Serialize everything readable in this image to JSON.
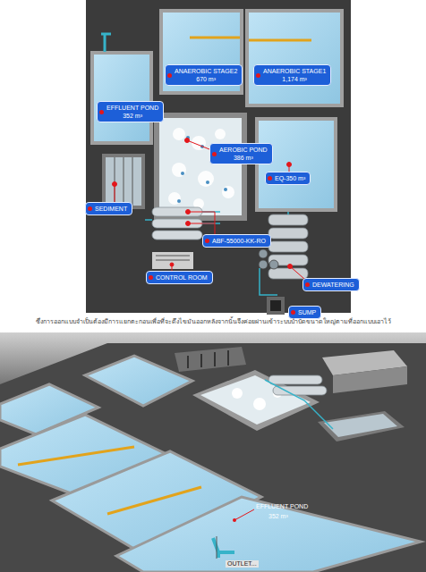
{
  "diagram": {
    "caption": "ซึ่งการออกแบบจำเป็นต้องมีการแยกตะกอนเพื่อที่จะดึงไขมันออกหลังจากนั้นจึงค่อยผ่านเข้าระบบบำบัดขนาดใหญ่ตามที่ออกแบบเอาไว้",
    "nodes": [
      {
        "text": [
          "ANAEROBIC STAGE2",
          "670 m³"
        ]
      },
      {
        "text": [
          "ANAEROBIC STAGE1",
          "1,174 m³"
        ]
      },
      {
        "text": [
          "EFFLUENT POND",
          "352 m³"
        ]
      },
      {
        "text": [
          "AEROBIC POND",
          "386 m³"
        ]
      },
      {
        "text": [
          "EQ-350 m³"
        ]
      },
      {
        "text": [
          "SEDIMENT"
        ]
      },
      {
        "text": [
          "ABF-55000-KK-RO"
        ]
      },
      {
        "text": [
          "CONTROL ROOM"
        ]
      },
      {
        "text": [
          "DEWATERING"
        ]
      },
      {
        "text": [
          "SUMP"
        ]
      }
    ],
    "labels": [
      "EFFLUENT POND",
      "352 m³",
      "OUTLET..."
    ]
  }
}
